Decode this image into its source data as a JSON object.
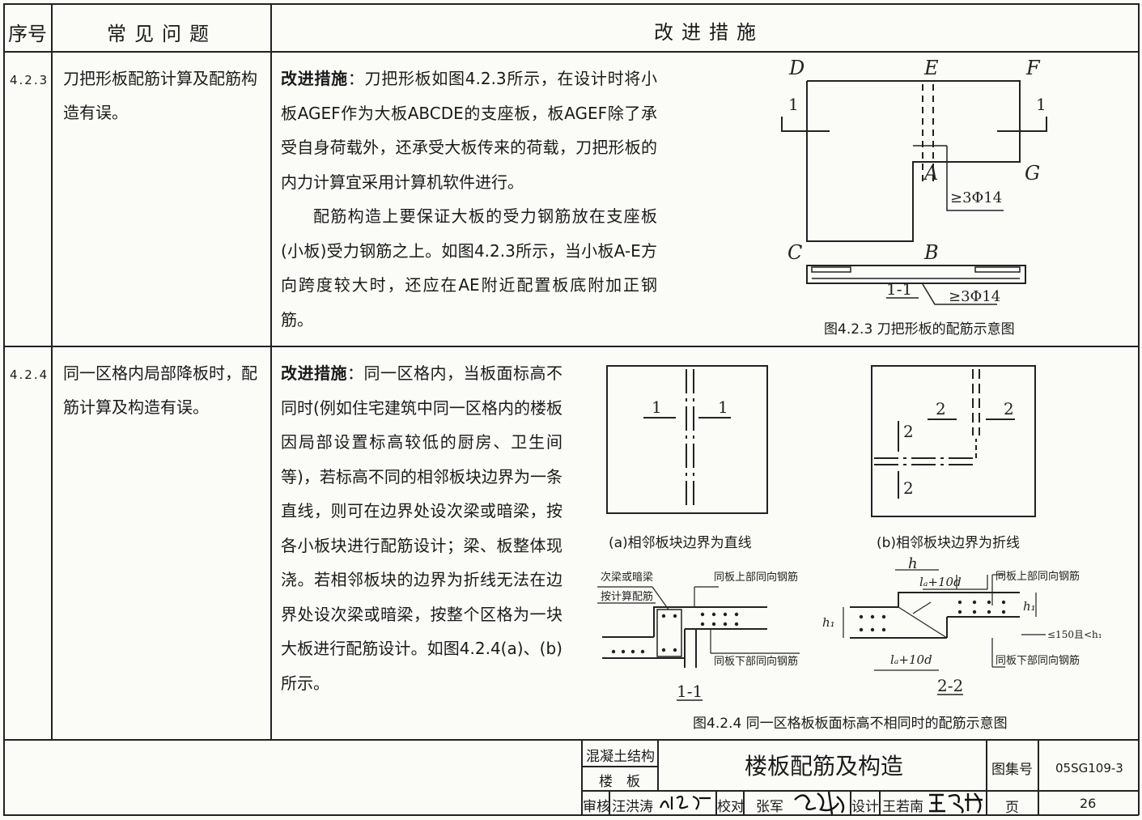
{
  "header": {
    "col_index": "序号",
    "col_problem": "常见问题",
    "col_measures": "改进措施"
  },
  "rows": [
    {
      "index": "4.2.3",
      "problem": "刀把形板配筋计算及配筋构造有误。",
      "measure_label": "改进措施",
      "measure_text": "：刀把形板如图4.2.3所示，在设计时将小板AGEF作为大板ABCDE的支座板，板AGEF除了承受自身荷载外，还承受大板传来的荷载，刀把形板的内力计算宜采用计算机软件进行。",
      "measure_text2": "配筋构造上要保证大板的受力钢筋放在支座板(小板)受力钢筋之上。如图4.2.3所示，当小板A-E方向跨度较大时，还应在AE附近配置板底附加正钢筋。",
      "figure": {
        "caption": "图4.2.3 刀把形板的配筋示意图",
        "labels": {
          "D": "D",
          "E": "E",
          "F": "F",
          "A": "A",
          "G": "G",
          "C": "C",
          "B": "B"
        },
        "section_mark": "1",
        "rebar_top": "≥3Φ14",
        "rebar_bottom": "≥3Φ14",
        "section_title": "1-1"
      }
    },
    {
      "index": "4.2.4",
      "problem": "同一区格内局部降板时，配筋计算及构造有误。",
      "measure_label": "改进措施",
      "measure_text": "：同一区格内，当板面标高不同时(例如住宅建筑中同一区格内的楼板因局部设置标高较低的厨房、卫生间等)，若标高不同的相邻板块边界为一条直线，则可在边界处设次梁或暗梁，按各小板块进行配筋设计；梁、板整体现浇。若相邻板块的边界为折线无法在边界处设次梁或暗梁，按整个区格为一块大板进行配筋设计。如图4.2.4(a)、(b)所示。",
      "figure": {
        "caption_a": "(a)相邻板块边界为直线",
        "caption_b": "(b)相邻板块边界为折线",
        "mark_a": "1",
        "mark_b": "2",
        "sec1_title": "1-1",
        "sec2_title": "2-2",
        "sec1_label_beam": "次梁或暗梁",
        "sec1_label_calc": "按计算配筋",
        "label_top_same": "同板上部同向钢筋",
        "label_bottom_same": "同板下部同向钢筋",
        "h": "h",
        "h1": "h₁",
        "la_10d": "lₐ+10d",
        "limit": "≤150且<h₁",
        "caption": "图4.2.4 同一区格板板面标高不相同时的配筋示意图"
      }
    }
  ],
  "title_block": {
    "category1": "混凝土结构",
    "category2": "楼　板",
    "title": "楼板配筋及构造",
    "atlas_label": "图集号",
    "atlas_no": "05SG109-3",
    "review_label": "审核",
    "reviewer": "汪洪涛",
    "check_label": "校对",
    "checker": "张军",
    "design_label": "设计",
    "designer": "王若南",
    "page_label": "页",
    "page_no": "26"
  }
}
